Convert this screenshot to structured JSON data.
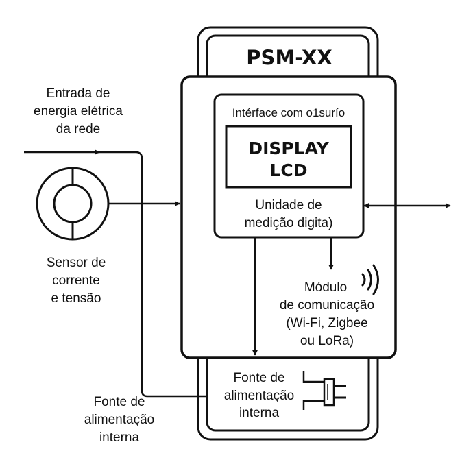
{
  "device": {
    "model": "PSM-XX",
    "ui_header": "Intérface com o1surío",
    "display_line1": "DISPLAY",
    "display_line2": "LCD",
    "measure_line1": "Unidade de",
    "measure_line2": "medição digita)",
    "comm_line1": "Módulo",
    "comm_line2": "de comunicação",
    "comm_line3": "(Wi-Fi, Zigbee",
    "comm_line4": "ou LoRa)",
    "psu_line1": "Fonte de",
    "psu_line2": "alimentação",
    "psu_line3": "interna"
  },
  "external": {
    "input_line1": "Entrada de",
    "input_line2": "energia elétrica",
    "input_line3": "da rede",
    "sensor_line1": "Sensor de",
    "sensor_line2": "corrente",
    "sensor_line3": "e tensão",
    "psu_line1": "Fonte de",
    "psu_line2": "alimentação",
    "psu_line3": "interna"
  },
  "icons": {
    "sensor": "ring-sensor-icon",
    "wireless": "wireless-signal-icon",
    "plug": "power-plug-icon"
  },
  "colors": {
    "stroke": "#111111",
    "background": "#ffffff"
  }
}
